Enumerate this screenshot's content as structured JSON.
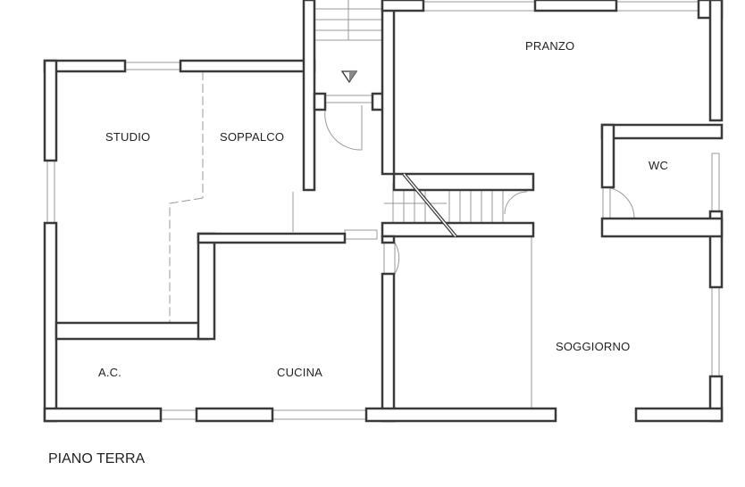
{
  "plan": {
    "title": "PIANO TERRA",
    "rooms": {
      "pranzo": "PRANZO",
      "studio": "STUDIO",
      "soppalco": "SOPPALCO",
      "wc": "WC",
      "soggiorno": "SOGGIORNO",
      "ac": "A.C.",
      "cucina": "CUCINA"
    },
    "colors": {
      "wall": "#3a3a3a",
      "fixture": "#9a9a9a"
    }
  }
}
